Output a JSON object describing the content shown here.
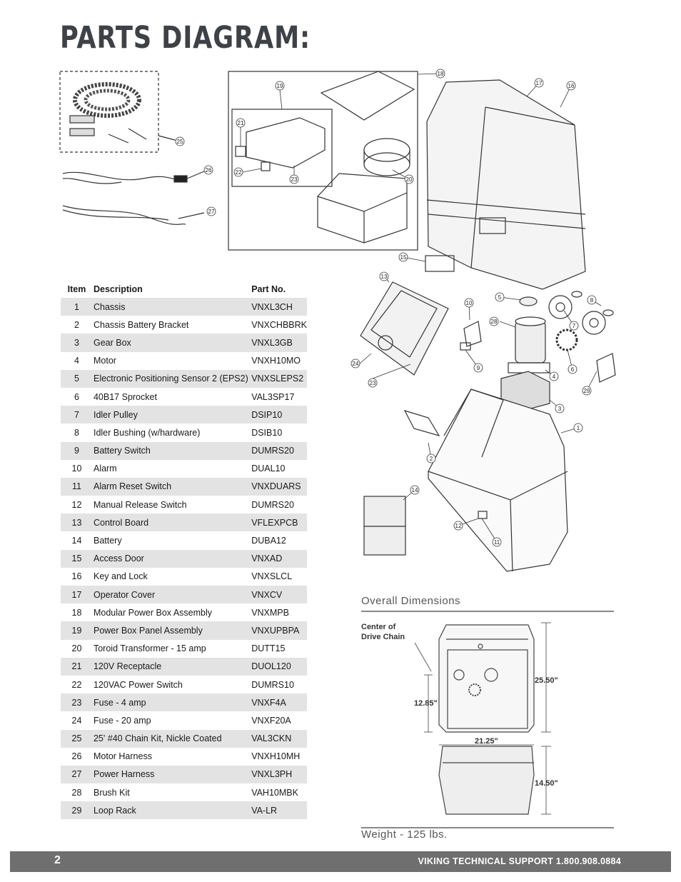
{
  "page_title": "PARTS DIAGRAM:",
  "table": {
    "headers": {
      "item": "Item",
      "description": "Description",
      "part_no": "Part No."
    },
    "rows": [
      {
        "item": "1",
        "description": "Chassis",
        "part_no": "VNXL3CH"
      },
      {
        "item": "2",
        "description": "Chassis Battery Bracket",
        "part_no": "VNXCHBBRK"
      },
      {
        "item": "3",
        "description": "Gear Box",
        "part_no": "VNXL3GB"
      },
      {
        "item": "4",
        "description": "Motor",
        "part_no": "VNXH10MO"
      },
      {
        "item": "5",
        "description": "Electronic Positioning Sensor 2 (EPS2)",
        "part_no": "VNXSLEPS2"
      },
      {
        "item": "6",
        "description": "40B17 Sprocket",
        "part_no": "VAL3SP17"
      },
      {
        "item": "7",
        "description": "Idler Pulley",
        "part_no": "DSIP10"
      },
      {
        "item": "8",
        "description": "Idler Bushing (w/hardware)",
        "part_no": "DSIB10"
      },
      {
        "item": "9",
        "description": "Battery Switch",
        "part_no": "DUMRS20"
      },
      {
        "item": "10",
        "description": "Alarm",
        "part_no": "DUAL10"
      },
      {
        "item": "11",
        "description": "Alarm Reset Switch",
        "part_no": "VNXDUARS"
      },
      {
        "item": "12",
        "description": "Manual Release Switch",
        "part_no": "DUMRS20"
      },
      {
        "item": "13",
        "description": "Control Board",
        "part_no": "VFLEXPCB"
      },
      {
        "item": "14",
        "description": "Battery",
        "part_no": "DUBA12"
      },
      {
        "item": "15",
        "description": "Access Door",
        "part_no": "VNXAD"
      },
      {
        "item": "16",
        "description": "Key and Lock",
        "part_no": "VNXSLCL"
      },
      {
        "item": "17",
        "description": "Operator Cover",
        "part_no": "VNXCV"
      },
      {
        "item": "18",
        "description": "Modular Power Box Assembly",
        "part_no": "VNXMPB"
      },
      {
        "item": "19",
        "description": "Power Box Panel Assembly",
        "part_no": "VNXUPBPA"
      },
      {
        "item": "20",
        "description": "Toroid Transformer - 15 amp",
        "part_no": "DUTT15"
      },
      {
        "item": "21",
        "description": "120V Receptacle",
        "part_no": "DUOL120"
      },
      {
        "item": "22",
        "description": "120VAC Power Switch",
        "part_no": "DUMRS10"
      },
      {
        "item": "23",
        "description": "Fuse - 4 amp",
        "part_no": "VNXF4A"
      },
      {
        "item": "24",
        "description": "Fuse - 20 amp",
        "part_no": "VNXF20A"
      },
      {
        "item": "25",
        "description": "25' #40 Chain Kit, Nickle Coated",
        "part_no": "VAL3CKN"
      },
      {
        "item": "26",
        "description": "Motor Harness",
        "part_no": "VNXH10MH"
      },
      {
        "item": "27",
        "description": "Power Harness",
        "part_no": "VNXL3PH"
      },
      {
        "item": "28",
        "description": "Brush Kit",
        "part_no": "VAH10MBK"
      },
      {
        "item": "29",
        "description": "Loop Rack",
        "part_no": "VA-LR"
      }
    ]
  },
  "callouts": [
    "1",
    "2",
    "3",
    "4",
    "5",
    "6",
    "7",
    "8",
    "9",
    "10",
    "11",
    "12",
    "13",
    "14",
    "15",
    "16",
    "17",
    "18",
    "19",
    "20",
    "21",
    "22",
    "23",
    "24",
    "25",
    "26",
    "27",
    "28",
    "29"
  ],
  "dimensions": {
    "title": "Overall Dimensions",
    "center_label_line1": "Center of",
    "center_label_line2": "Drive Chain",
    "height": "25.50\"",
    "chain_height": "12.85\"",
    "width": "21.25\"",
    "depth": "14.50\"",
    "weight": "Weight - 125 lbs."
  },
  "footer": {
    "page_number": "2",
    "support_text": "VIKING TECHNICAL SUPPORT 1.800.908.0884"
  },
  "colors": {
    "title": "#3e4247",
    "row_shade": "#e3e3e3",
    "footer_bar": "#6f6f70"
  }
}
